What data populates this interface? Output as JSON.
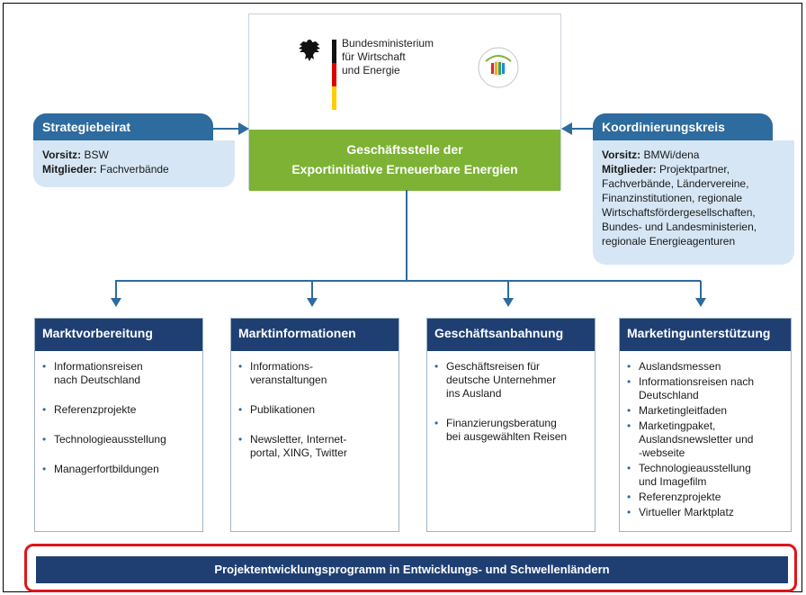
{
  "center": {
    "ministry_line1": "Bundesministerium",
    "ministry_line2": "für Wirtschaft",
    "ministry_line3": "und Energie",
    "title_line1": "Geschäftsstelle der",
    "title_line2": "Exportinitiative Erneuerbare Energien"
  },
  "strategiebeirat": {
    "title": "Strategiebeirat",
    "vorsitz_label": "Vorsitz:",
    "vorsitz_value": " BSW",
    "mitglieder_label": "Mitglieder:",
    "mitglieder_value": " Fachverbände"
  },
  "koordinierungskreis": {
    "title": "Koordinierungskreis",
    "vorsitz_label": "Vorsitz:",
    "vorsitz_value": " BMWi/dena",
    "mitglieder_label": "Mitglieder:",
    "mitglieder_line1": " Projektpartner,",
    "mitglieder_line2": "Fachverbände, Ländervereine,",
    "mitglieder_line3": "Finanzinstitutionen, regionale",
    "mitglieder_line4": "Wirtschaftsfördergesellschaften,",
    "mitglieder_line5": "Bundes- und Landesministerien,",
    "mitglieder_line6": "regionale Energieagenturen"
  },
  "columns": [
    {
      "title": "Marktvorbereitung",
      "items": [
        [
          "Informationsreisen",
          "nach Deutschland"
        ],
        [
          "Referenzprojekte"
        ],
        [
          "Technologieausstellung"
        ],
        [
          "Managerfortbildungen"
        ]
      ]
    },
    {
      "title": "Marktinformationen",
      "items": [
        [
          "Informations-",
          "veranstaltungen"
        ],
        [
          "Publikationen"
        ],
        [
          "Newsletter, Internet-",
          "portal, XING, Twitter"
        ]
      ]
    },
    {
      "title": "Geschäftsanbahnung",
      "items": [
        [
          "Geschäftsreisen für",
          "deutsche Unternehmer",
          "ins Ausland"
        ],
        [
          "Finanzierungsberatung",
          "bei ausgewählten Reisen"
        ]
      ]
    },
    {
      "title": "Marketingunterstützung",
      "items": [
        [
          "Auslandsmessen"
        ],
        [
          "Informationsreisen nach",
          "Deutschland"
        ],
        [
          "Marketingleitfaden"
        ],
        [
          "Marketingpaket,",
          "Auslandsnewsletter und",
          "-webseite"
        ],
        [
          "Technologieausstellung",
          "und Imagefilm"
        ],
        [
          "Referenzprojekte"
        ],
        [
          "Virtueller Marktplatz"
        ]
      ]
    }
  ],
  "bottom_bar": "Projektentwicklungsprogramm in Entwicklungs- und Schwellenländern",
  "colors": {
    "accent_green": "#7db234",
    "side_blue": "#2e6b9e",
    "side_light": "#d6e6f4",
    "column_navy": "#1f3f73",
    "highlight_red": "#e0141b"
  }
}
